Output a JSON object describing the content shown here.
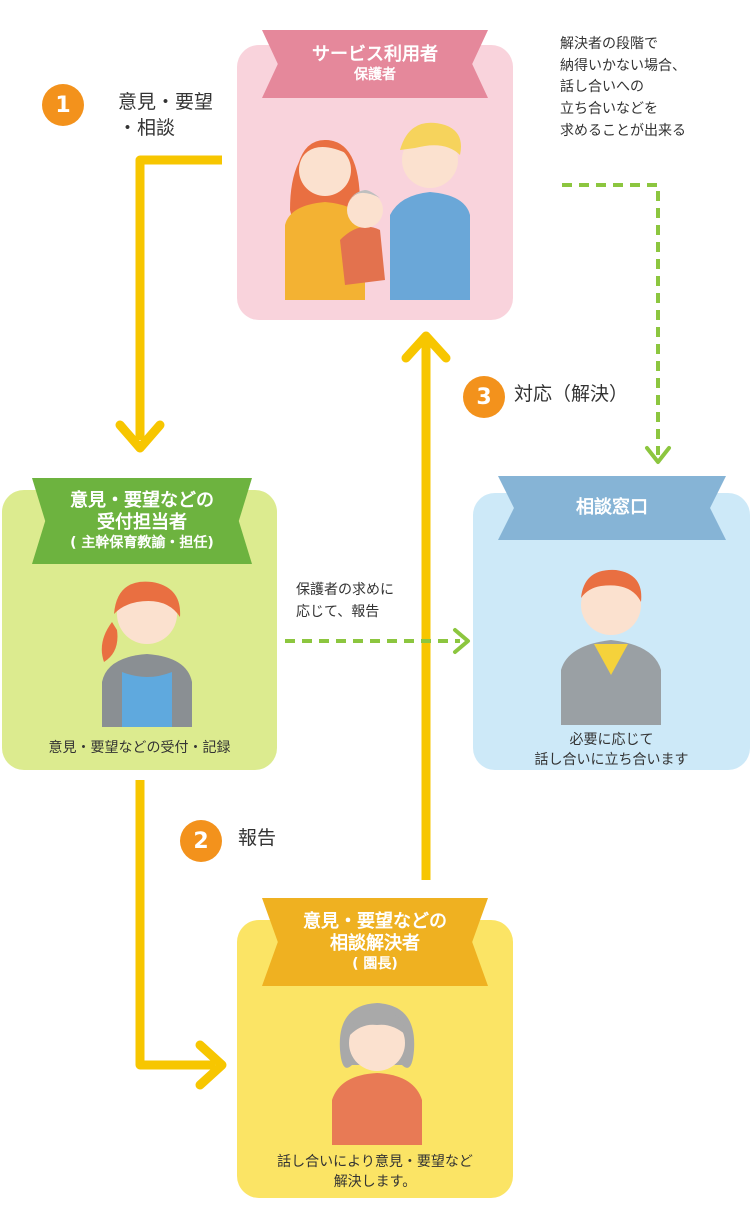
{
  "service_user": {
    "title": "サービス利用者",
    "subtitle": "保護者"
  },
  "step1": {
    "number": "1",
    "label_line1": "意見・要望",
    "label_line2": "・相談"
  },
  "note_top_right": [
    "解決者の段階で",
    "納得いかない場合、",
    "話し合いへの",
    "立ち合いなどを",
    "求めることが出来る"
  ],
  "step3": {
    "number": "3",
    "label": "対応（解決）"
  },
  "staff": {
    "title_line1": "意見・要望などの",
    "title_line2": "受付担当者",
    "title_line3": "( 主幹保育教諭・担任)",
    "caption": "意見・要望などの受付・記録"
  },
  "report_note": [
    "保護者の求めに",
    "応じて、報告"
  ],
  "window": {
    "title": "相談窓口",
    "caption_line1": "必要に応じて",
    "caption_line2": "話し合いに立ち合います"
  },
  "step2": {
    "number": "2",
    "label": "報告"
  },
  "head": {
    "title_line1": "意見・要望などの",
    "title_line2": "相談解決者",
    "title_line3": "( 園長)",
    "caption_line1": "話し合いにより意見・要望など",
    "caption_line2": "解決します。"
  },
  "colors": {
    "arrow_yellow": "#f7c600",
    "arrow_green": "#8cc63f",
    "step_orange": "#f3921c"
  }
}
